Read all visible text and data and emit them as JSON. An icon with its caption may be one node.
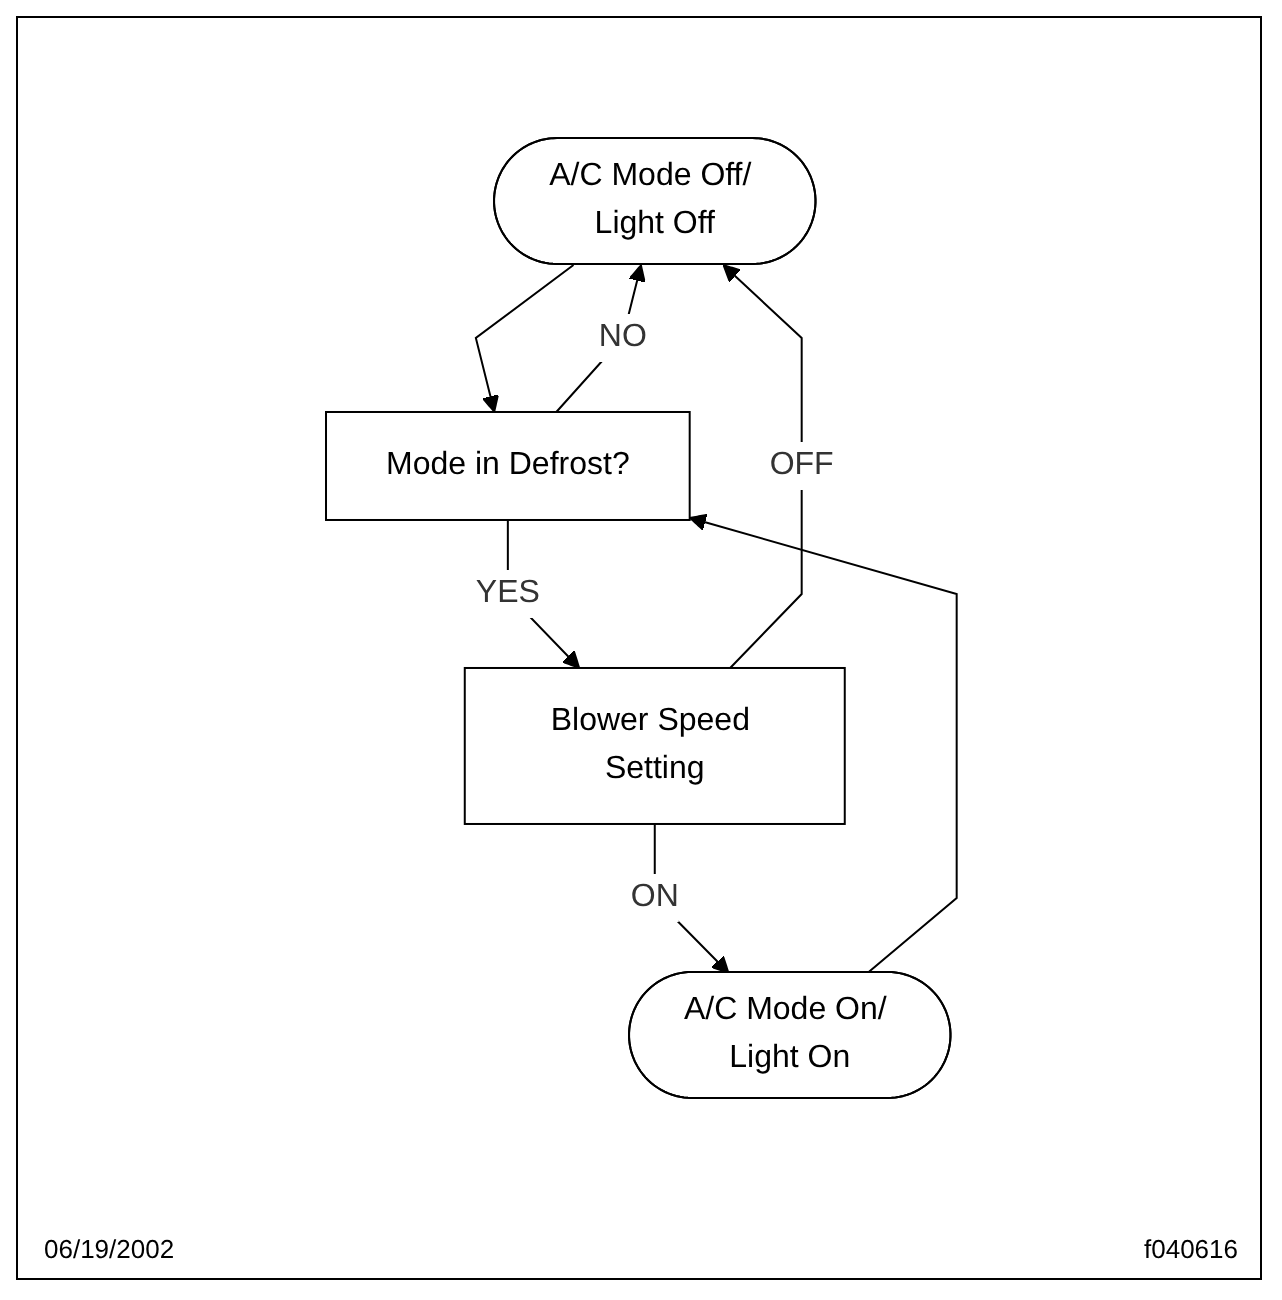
{
  "diagram": {
    "nodes": [
      {
        "text": [
          "A/C Mode Off/ Light Off"
        ]
      },
      {
        "text": [
          "Mode in Defrost?"
        ]
      },
      {
        "text": [
          "Blower Speed Setting"
        ]
      },
      {
        "text": [
          "A/C Mode On/ Light On"
        ]
      }
    ],
    "edges": [
      {
        "from": 0,
        "to": 1,
        "arrow": "to"
      },
      {
        "from": 1,
        "to": 0,
        "arrow": "to",
        "label": "NO"
      },
      {
        "from": 1,
        "to": 2,
        "arrow": "to",
        "label": "YES"
      },
      {
        "from": 2,
        "to": 0,
        "arrow": "to",
        "label": "OFF"
      },
      {
        "from": 2,
        "to": 3,
        "arrow": "to",
        "label": "ON"
      },
      {
        "from": 3,
        "to": 1,
        "arrow": "to"
      }
    ],
    "labels": [
      "06/19/2002",
      "f040616"
    ]
  }
}
